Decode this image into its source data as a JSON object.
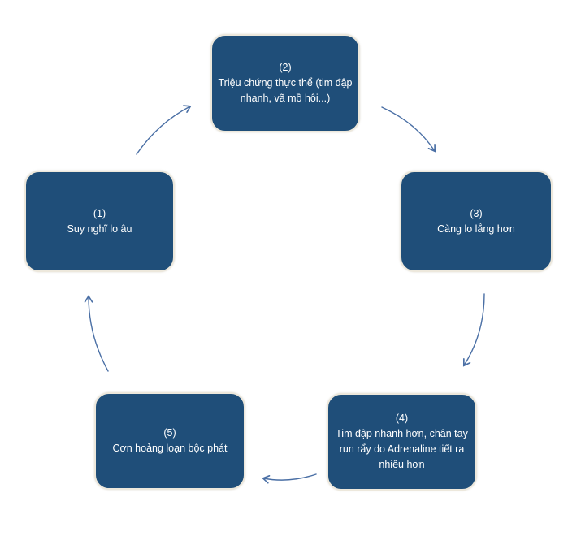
{
  "diagram": {
    "type": "cycle",
    "nodes": [
      {
        "number": "(1)",
        "label": "Suy nghĩ lo âu"
      },
      {
        "number": "(2)",
        "label": "Triệu chứng thực thể (tim đập nhanh, vã mồ hôi...)"
      },
      {
        "number": "(3)",
        "label": "Càng lo lắng hơn"
      },
      {
        "number": "(4)",
        "label": "Tim đập nhanh hơn, chân tay run rẩy do Adrenaline tiết ra nhiều hơn"
      },
      {
        "number": "(5)",
        "label": "Cơn hoảng loạn bộc phát"
      }
    ],
    "flow": [
      "1→2",
      "2→3",
      "3→4",
      "4→5",
      "5→1"
    ],
    "colors": {
      "node_fill": "#1F4E79",
      "node_border": "#EDE8DC",
      "node_text": "#FFFFFF",
      "arrow": "#4A6FA5",
      "background": "#FFFFFF"
    }
  }
}
